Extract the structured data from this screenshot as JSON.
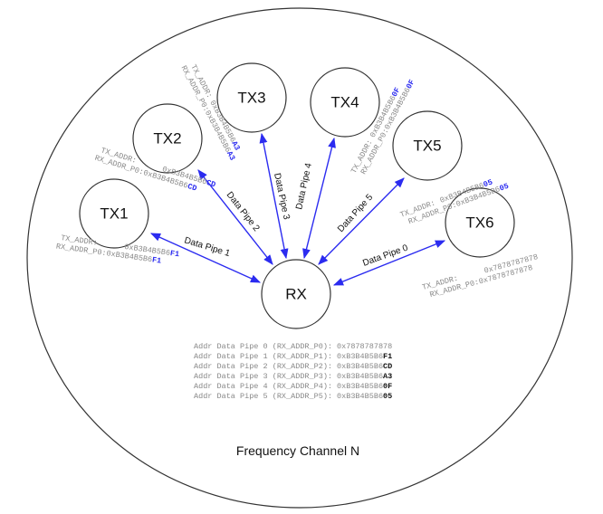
{
  "title": "Frequency Channel N",
  "colors": {
    "arrow": "#2b2bf0",
    "suffix": "#2b2bf0"
  },
  "receiver": {
    "label": "RX"
  },
  "transmitters": [
    {
      "label": "TX1",
      "pipe": "Data Pipe 1",
      "tx_addr_label": "TX_ADDR:",
      "tx_addr": "0xB3B4B5B6",
      "rx_addr_label": "RX_ADDR_P0:",
      "rx_addr": "0xB3B4B5B6",
      "suffix": "F1"
    },
    {
      "label": "TX2",
      "pipe": "Data Pipe 2",
      "tx_addr_label": "TX_ADDR:",
      "tx_addr": "0xB3B4B5B6",
      "rx_addr_label": "RX_ADDR_P0:",
      "rx_addr": "0xB3B4B5B6",
      "suffix": "CD"
    },
    {
      "label": "TX3",
      "pipe": "Data Pipe 3",
      "tx_addr_label": "TX_ADDR:",
      "tx_addr": "0xB3B4B5B6",
      "rx_addr_label": "RX_ADDR_P0:",
      "rx_addr": "0xB3B4B5B6",
      "suffix": "A3"
    },
    {
      "label": "TX4",
      "pipe": "Data Pipe 4",
      "tx_addr_label": "TX_ADDR:",
      "tx_addr": "0xB3B4B5B6",
      "rx_addr_label": "RX_ADDR_P0:",
      "rx_addr": "0xB3B4B5B6",
      "suffix": "0F"
    },
    {
      "label": "TX5",
      "pipe": "Data Pipe 5",
      "tx_addr_label": "TX_ADDR:",
      "tx_addr": "0xB3B4B5B6",
      "rx_addr_label": "RX_ADDR_P0:",
      "rx_addr": "0xB3B4B5B6",
      "suffix": "05"
    },
    {
      "label": "TX6",
      "pipe": "Data Pipe 0",
      "tx_addr_label": "TX_ADDR:",
      "tx_addr": "0x7878787878",
      "rx_addr_label": "RX_ADDR_P0:",
      "rx_addr": "0x7878787878",
      "suffix": ""
    }
  ],
  "address_table": [
    {
      "label": "Addr Data Pipe 0 (RX_ADDR_P0):",
      "value": "0x7878787878",
      "suffix": ""
    },
    {
      "label": "Addr Data Pipe 1 (RX_ADDR_P1):",
      "value": "0xB3B4B5B6",
      "suffix": "F1"
    },
    {
      "label": "Addr Data Pipe 2 (RX_ADDR_P2):",
      "value": "0xB3B4B5B6",
      "suffix": "CD"
    },
    {
      "label": "Addr Data Pipe 3 (RX_ADDR_P3):",
      "value": "0xB3B4B5B6",
      "suffix": "A3"
    },
    {
      "label": "Addr Data Pipe 4 (RX_ADDR_P4):",
      "value": "0xB3B4B5B6",
      "suffix": "0F"
    },
    {
      "label": "Addr Data Pipe 5 (RX_ADDR_P5):",
      "value": "0xB3B4B5B6",
      "suffix": "05"
    }
  ]
}
